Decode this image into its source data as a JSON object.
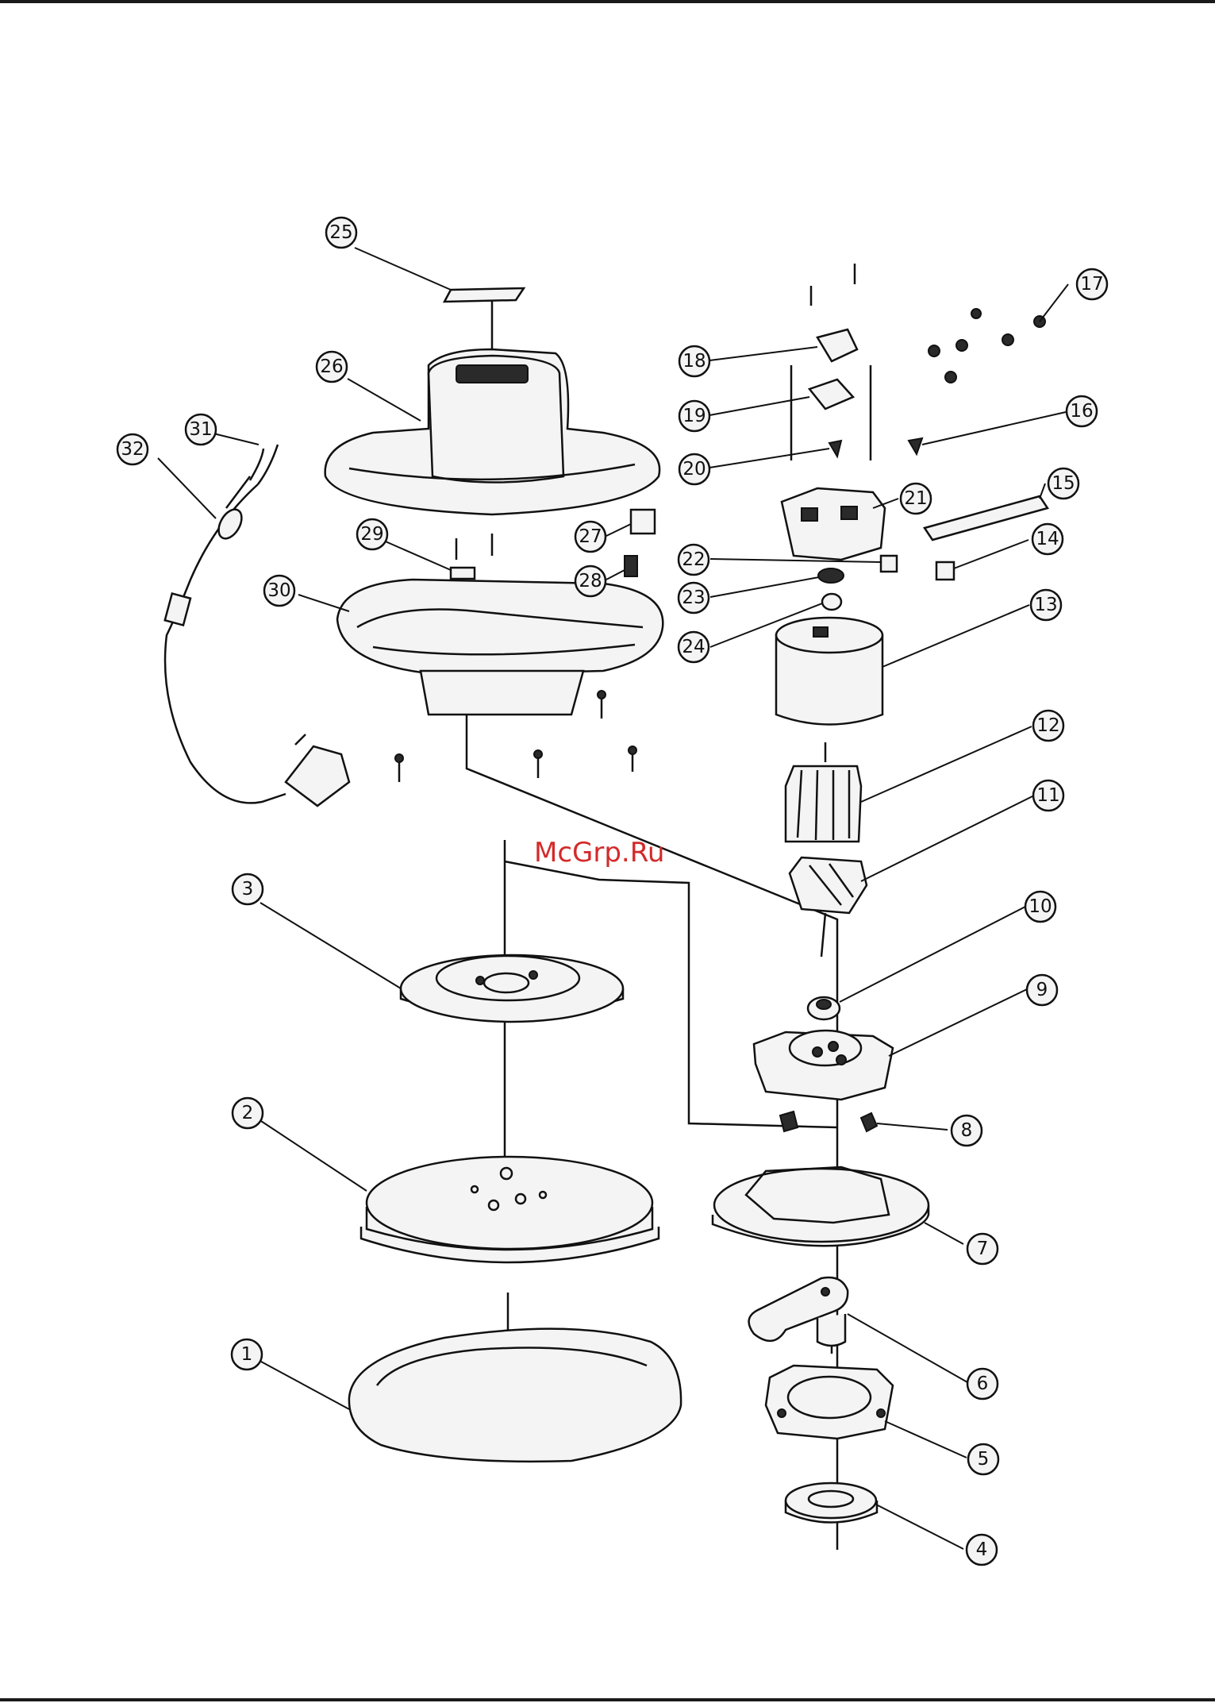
{
  "watermark": "McGrp.Ru",
  "callouts": [
    {
      "id": "c1",
      "label": "1"
    },
    {
      "id": "c2",
      "label": "2"
    },
    {
      "id": "c3",
      "label": "3"
    },
    {
      "id": "c4",
      "label": "4"
    },
    {
      "id": "c5",
      "label": "5"
    },
    {
      "id": "c6",
      "label": "6"
    },
    {
      "id": "c7",
      "label": "7"
    },
    {
      "id": "c8",
      "label": "8"
    },
    {
      "id": "c9",
      "label": "9"
    },
    {
      "id": "c10",
      "label": "10"
    },
    {
      "id": "c11",
      "label": "11"
    },
    {
      "id": "c12",
      "label": "12"
    },
    {
      "id": "c13",
      "label": "13"
    },
    {
      "id": "c14",
      "label": "14"
    },
    {
      "id": "c15",
      "label": "15"
    },
    {
      "id": "c16",
      "label": "16"
    },
    {
      "id": "c17",
      "label": "17"
    },
    {
      "id": "c18",
      "label": "18"
    },
    {
      "id": "c19",
      "label": "19"
    },
    {
      "id": "c20",
      "label": "20"
    },
    {
      "id": "c21",
      "label": "21"
    },
    {
      "id": "c22",
      "label": "22"
    },
    {
      "id": "c23",
      "label": "23"
    },
    {
      "id": "c24",
      "label": "24"
    },
    {
      "id": "c25",
      "label": "25"
    },
    {
      "id": "c26",
      "label": "26"
    },
    {
      "id": "c27",
      "label": "27"
    },
    {
      "id": "c28",
      "label": "28"
    },
    {
      "id": "c29",
      "label": "29"
    },
    {
      "id": "c30",
      "label": "30"
    },
    {
      "id": "c31",
      "label": "31"
    },
    {
      "id": "c32",
      "label": "32"
    }
  ]
}
